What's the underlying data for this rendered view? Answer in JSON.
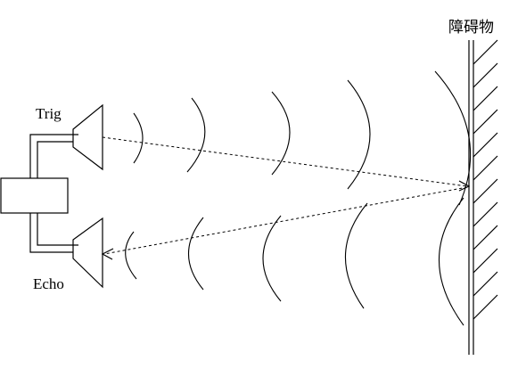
{
  "labels": {
    "trig": "Trig",
    "echo": "Echo",
    "obstacle": "障碍物"
  },
  "colors": {
    "line": "#000000",
    "background": "#ffffff"
  }
}
